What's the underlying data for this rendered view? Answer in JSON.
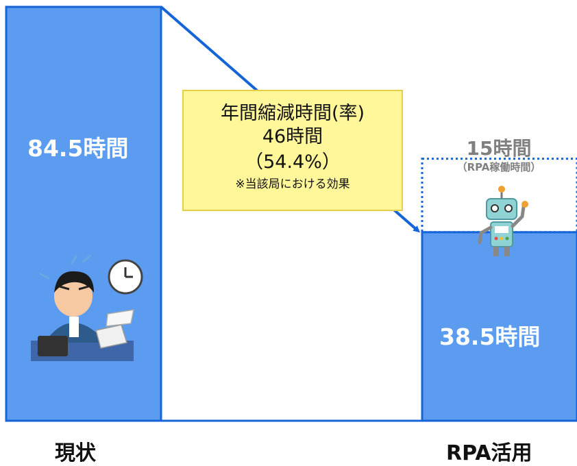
{
  "chart_data": {
    "type": "bar",
    "categories": [
      "現状",
      "RPA活用"
    ],
    "values": [
      84.5,
      38.5
    ],
    "value_labels": [
      "84.5時間",
      "38.5時間"
    ],
    "stacked_segment": {
      "value": 15,
      "label": "15時間",
      "sublabel": "（RPA稼働時間）"
    },
    "callout": {
      "line1": "年間縮減時間(率)",
      "line2": "46時間",
      "line3": "（54.4%）",
      "note": "※当該局における効果"
    },
    "ylim": [
      0,
      84.5
    ],
    "grid": false,
    "colors": {
      "bar_fill": "#5b9cf0",
      "bar_border": "#1565d8",
      "arrow": "#1565d8",
      "dotted_box": "#1565d8",
      "callout_fill": "#fff79a",
      "callout_border": "#e5cf48"
    }
  },
  "icons": {
    "left_illustration": "busy-office-worker-icon",
    "right_illustration": "robot-icon"
  }
}
